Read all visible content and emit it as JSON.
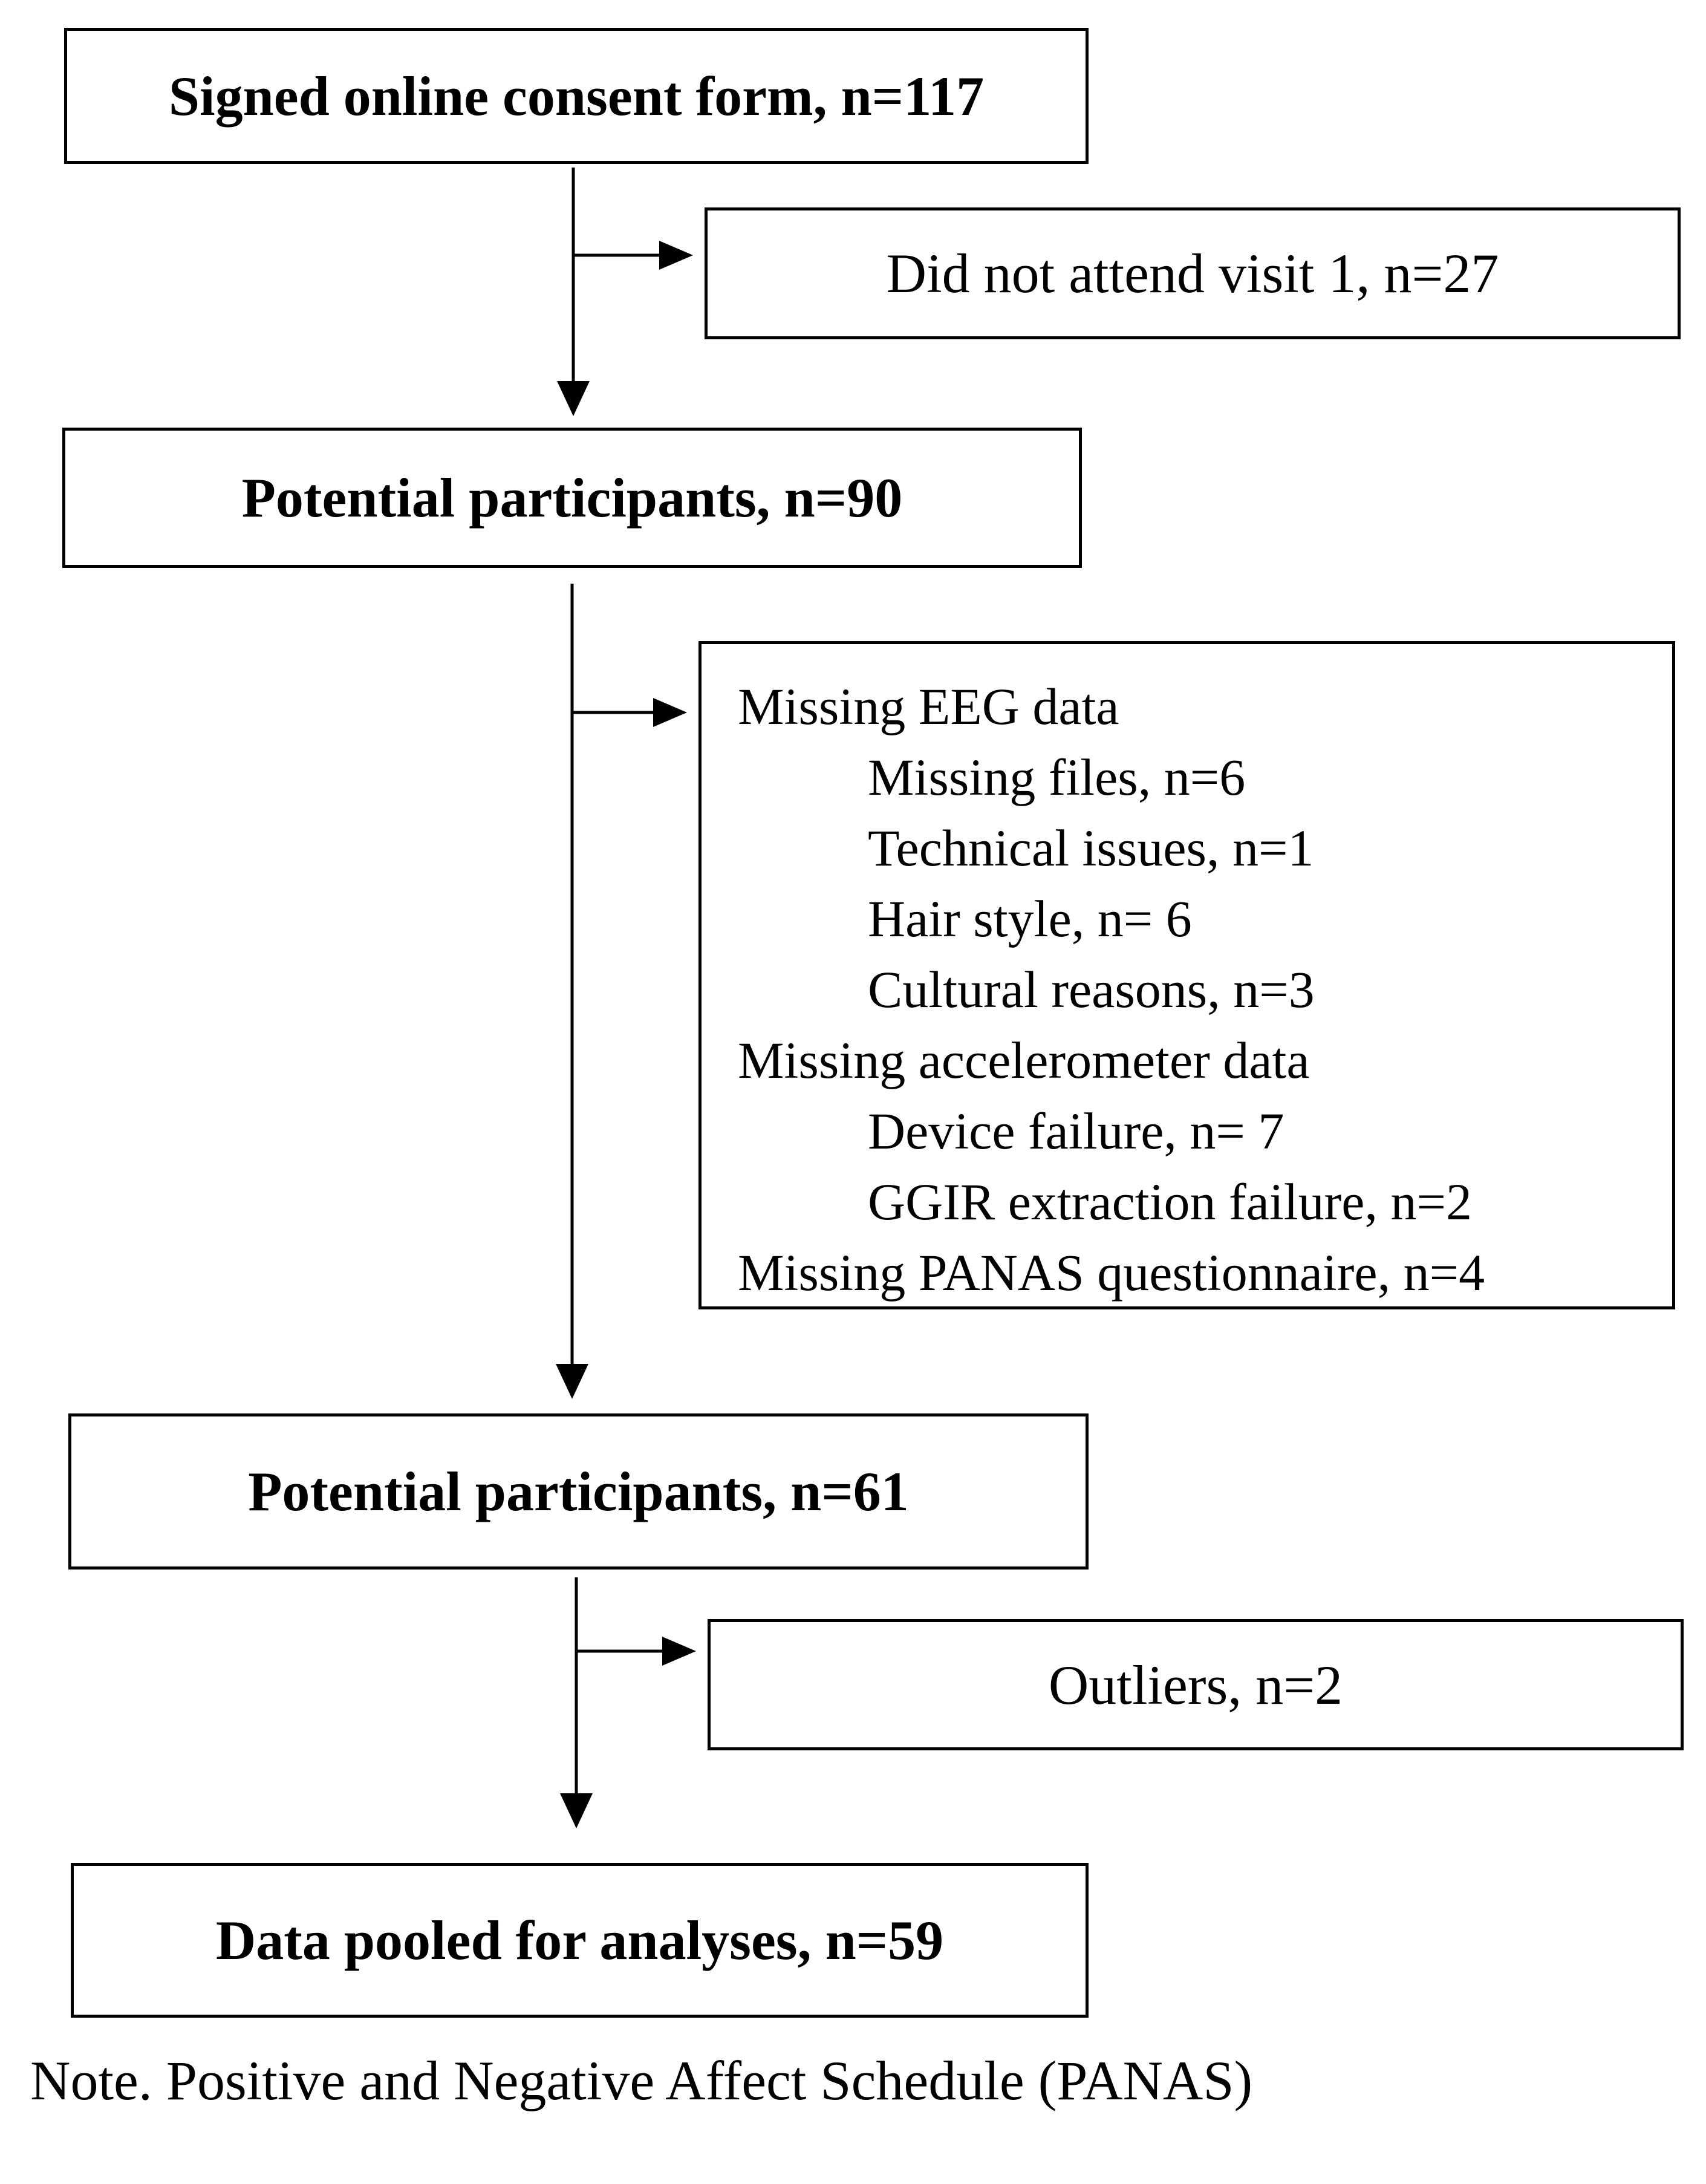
{
  "flowchart": {
    "boxes": [
      {
        "id": "consent",
        "text": "Signed online consent form, n=117"
      },
      {
        "id": "potential-90",
        "text": "Potential participants, n=90"
      },
      {
        "id": "potential-61",
        "text": "Potential participants, n=61"
      },
      {
        "id": "pooled",
        "text": "Data pooled for analyses, n=59"
      }
    ],
    "exclusions": {
      "visit1": "Did not attend visit 1, n=27",
      "missing": {
        "eeg_heading": "Missing EEG data",
        "eeg_items": [
          "Missing files, n=6",
          "Technical issues, n=1",
          "Hair style, n= 6",
          "Cultural reasons, n=3"
        ],
        "accel_heading": "Missing accelerometer data",
        "accel_items": [
          "Device failure, n= 7",
          "GGIR extraction failure, n=2"
        ],
        "panas": "Missing PANAS questionnaire, n=4"
      },
      "outliers": "Outliers, n=2"
    }
  },
  "note": "Note. Positive and Negative Affect Schedule (PANAS)",
  "colors": {
    "stroke": "#000000",
    "background": "#ffffff"
  }
}
